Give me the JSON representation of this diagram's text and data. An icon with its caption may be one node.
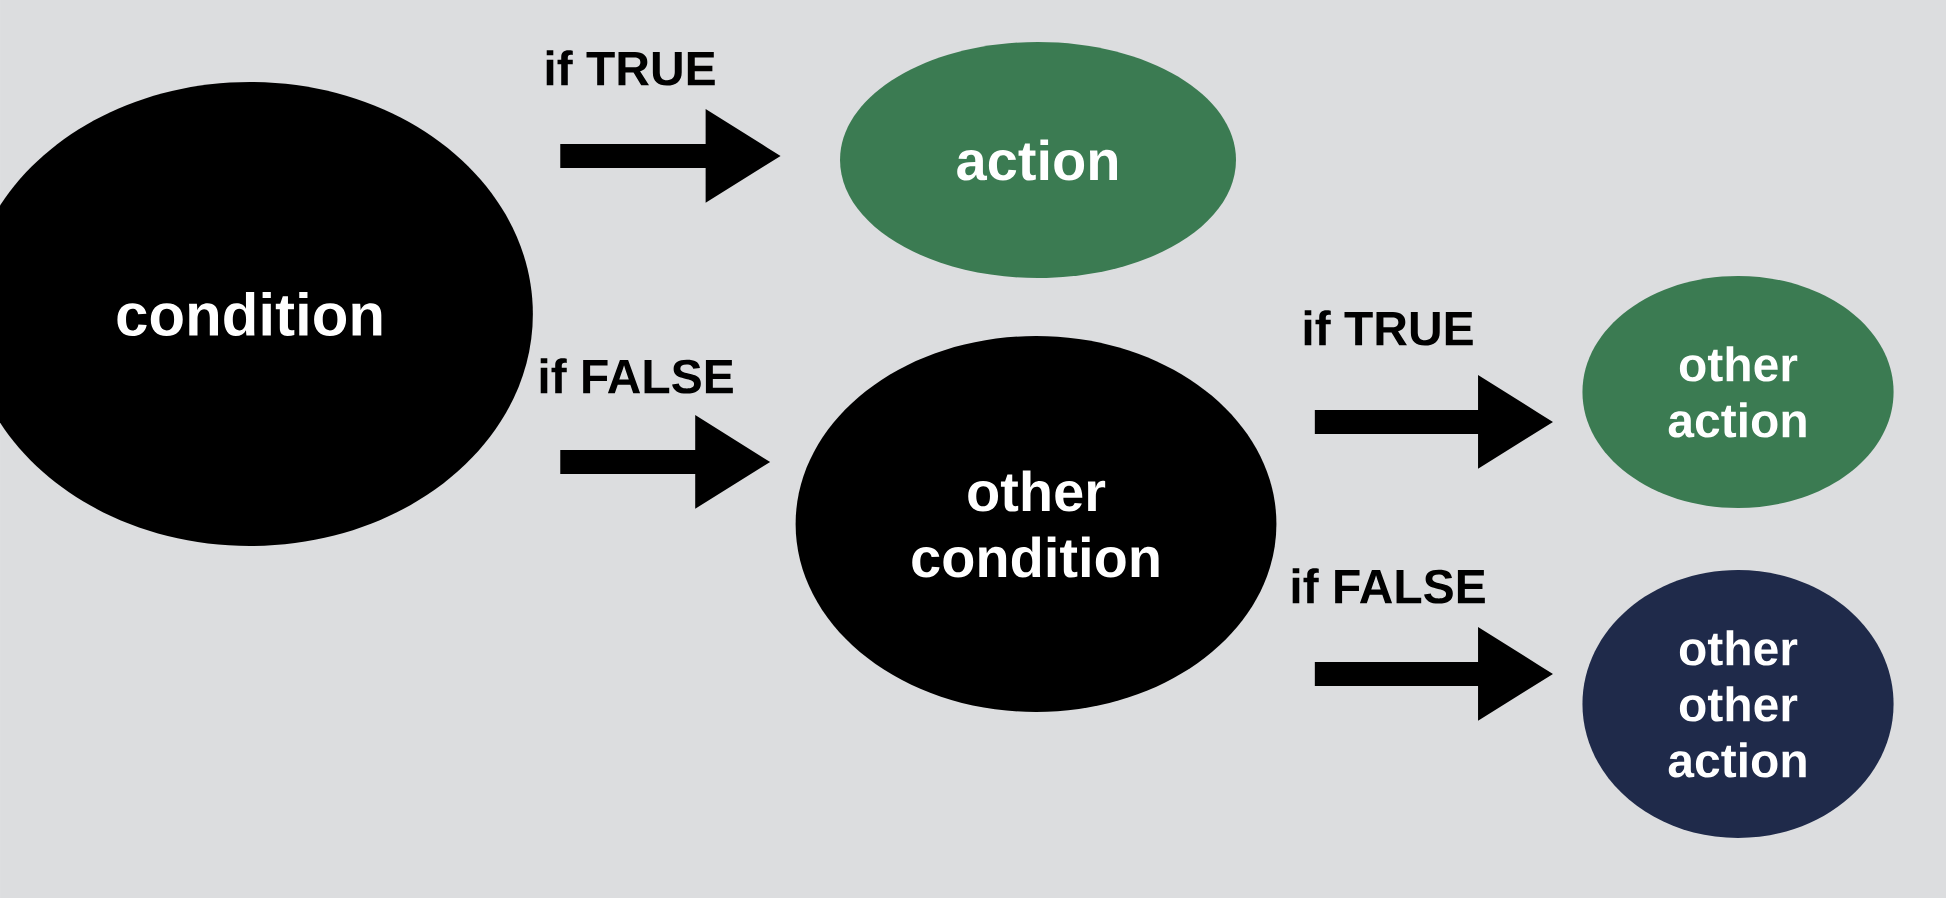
{
  "diagram": {
    "nodes": [
      {
        "text": [
          "condition"
        ]
      },
      {
        "text": [
          "action"
        ]
      },
      {
        "text": [
          "other condition"
        ]
      },
      {
        "text": [
          "other action"
        ]
      },
      {
        "text": [
          "other other action"
        ]
      }
    ],
    "edges": [
      {
        "from": 0,
        "to": 1,
        "arrow": "to",
        "label": "if TRUE"
      },
      {
        "from": 0,
        "to": 2,
        "arrow": "to",
        "label": "if FALSE"
      },
      {
        "from": 2,
        "to": 3,
        "arrow": "to",
        "label": "if TRUE"
      },
      {
        "from": 2,
        "to": 4,
        "arrow": "to",
        "label": "if FALSE"
      }
    ]
  }
}
